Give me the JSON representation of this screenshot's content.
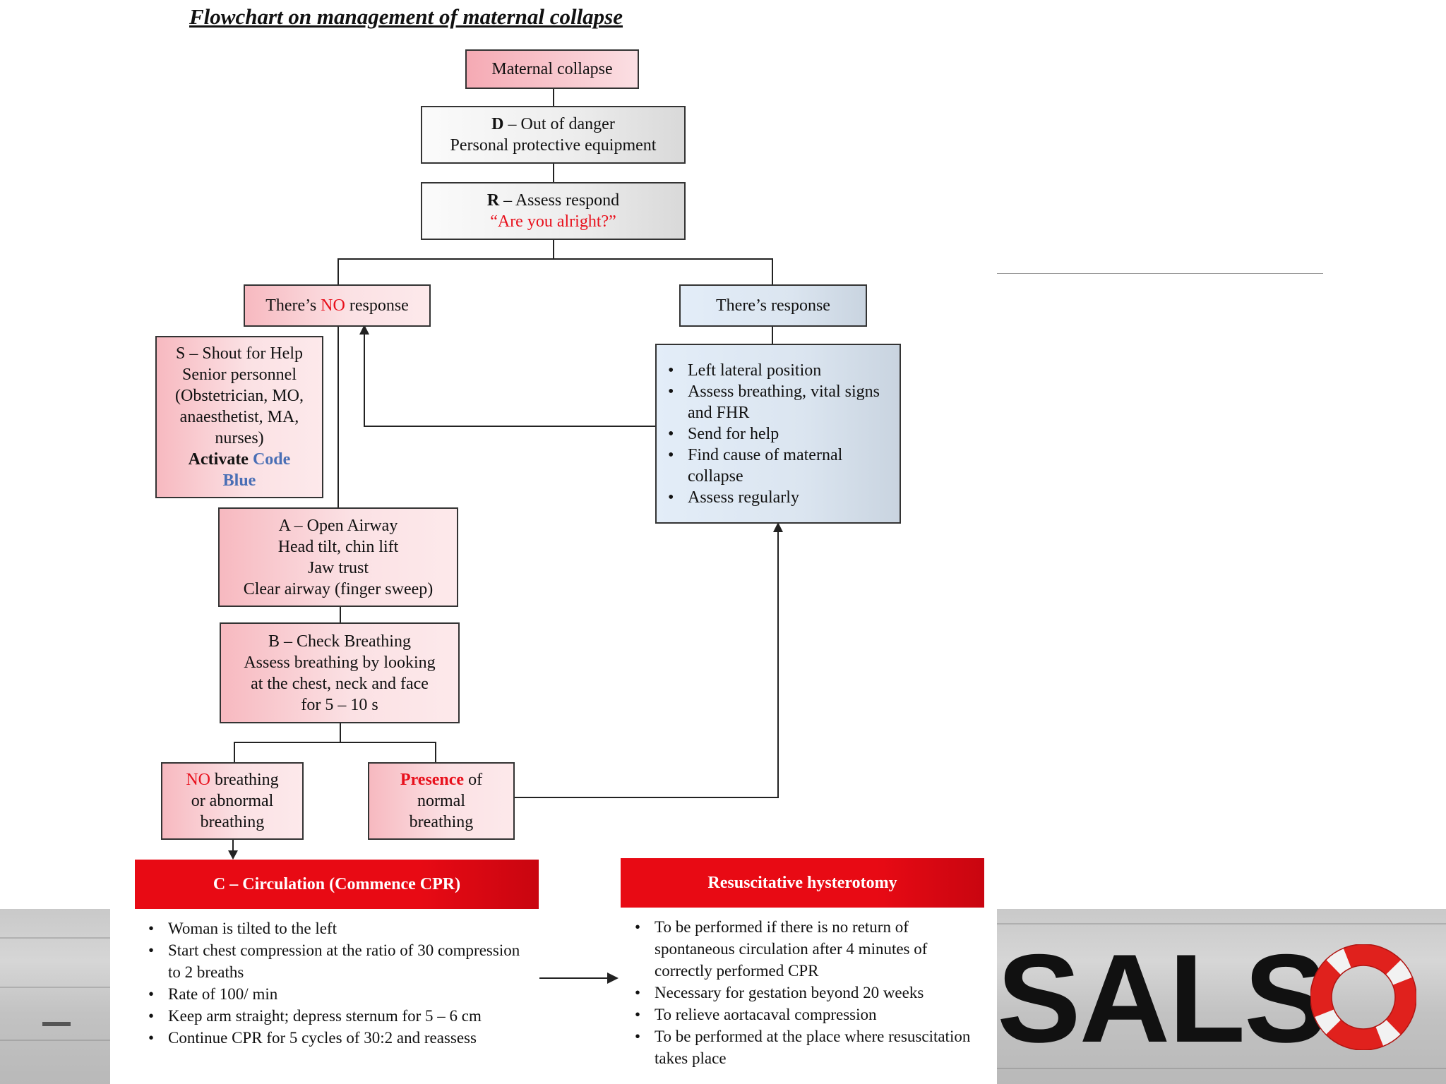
{
  "title": "Flowchart on management of maternal collapse",
  "nodes": {
    "maternal_collapse": "Maternal collapse",
    "d_head": "D",
    "d_text": " – Out of danger",
    "d_line2": "Personal protective equipment",
    "r_head": "R",
    "r_text": " – Assess respond",
    "r_line2": "“Are you alright?”",
    "no_resp_a": "There’s ",
    "no_resp_b": "NO",
    "no_resp_c": " response",
    "resp": "There’s response",
    "s_lines": [
      "S – Shout for Help",
      "Senior personnel",
      "(Obstetrician, MO,",
      "anaesthetist, MA,",
      "nurses)"
    ],
    "activate_a": "Activate ",
    "activate_b": "Code",
    "activate_c": "Blue",
    "a_lines": [
      "A – Open Airway",
      "Head tilt, chin lift",
      "Jaw trust",
      "Clear airway (finger sweep)"
    ],
    "b_lines": [
      "B – Check Breathing",
      "Assess breathing by looking",
      "at the chest, neck and face",
      "for 5 – 10 s"
    ],
    "nobr_a": "NO",
    "nobr_b": " breathing",
    "nobr_c": "or abnormal",
    "nobr_d": "breathing",
    "pres_a": "Presence",
    "pres_b": " of",
    "pres_c": "normal",
    "pres_d": "breathing",
    "resp_list": [
      "Left lateral position",
      "Assess breathing, vital signs and FHR",
      "Send for help",
      "Find cause of maternal collapse",
      "Assess regularly"
    ],
    "c_head": "C – Circulation (Commence CPR)",
    "c_list": [
      "Woman is tilted to the left",
      "Start chest compression at the ratio of 30 compression to 2 breaths",
      "Rate of 100/ min",
      "Keep arm straight; depress sternum for 5 – 6 cm",
      "Continue CPR for 5 cycles of 30:2 and reassess"
    ],
    "rh_head": "Resuscitative hysterotomy",
    "rh_list": [
      "To be performed if there is no return of spontaneous circulation after 4 minutes of correctly performed CPR",
      "Necessary for gestation beyond 20 weeks",
      "To relieve aortacaval compression",
      "To be performed at the place where resuscitation takes place"
    ]
  },
  "logo": {
    "text": "SALS",
    "ring_color": "#e0211d"
  },
  "colors": {
    "accent_red": "#e8101c",
    "code_blue": "#4a6fb5",
    "bar_red": "#e80a14"
  }
}
